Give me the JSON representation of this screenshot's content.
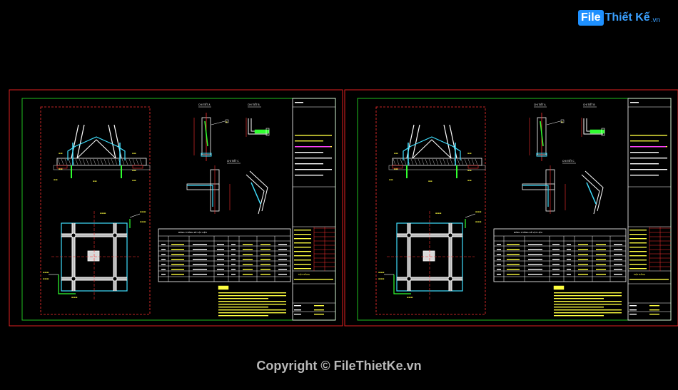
{
  "logo": {
    "box_text": "File",
    "rest_text": "Thiết Kế",
    "tld_text": ".vn"
  },
  "footer": {
    "copyright": "Copyright © FileThietKe.vn"
  },
  "drawing": {
    "sheet_count": 2,
    "detail_labels": [
      "CHI TIẾT A",
      "CHI TIẾT B",
      "CHI TIẾT C"
    ],
    "table_title": "BẢNG THỐNG KÊ VẬT LIỆU",
    "title_block_label": "MẶT BẰNG",
    "colors": {
      "background": "#000000",
      "sheet_border": "#e02020",
      "frame": "#20c020",
      "hatch_red": "#ff3030",
      "geometry_cyan": "#40e0ff",
      "text_yellow": "#ffff40",
      "white": "#ffffff",
      "gray": "#b8b8b8",
      "green_accent": "#30ff30",
      "magenta": "#ff40ff"
    }
  }
}
